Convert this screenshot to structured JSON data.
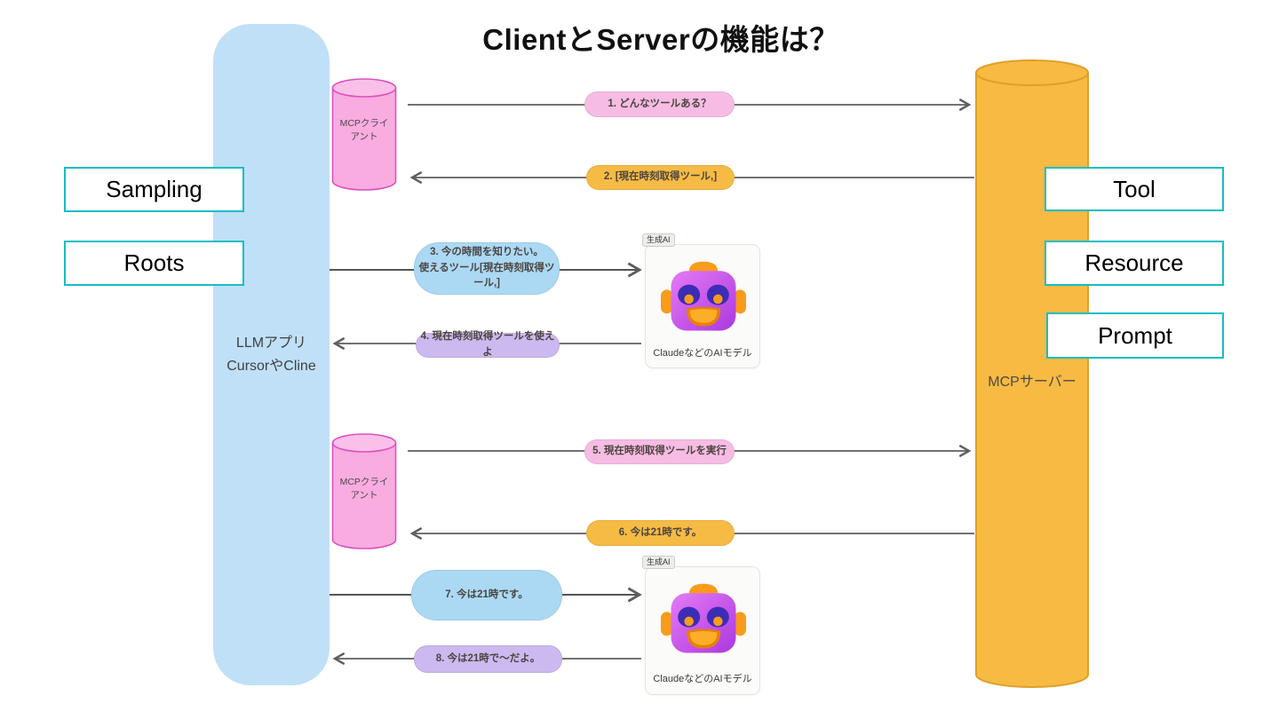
{
  "title": "ClientとServerの機能は？",
  "llm_app": {
    "line1": "LLMアプリ",
    "line2": "CursorやCline"
  },
  "client_capabilities": [
    {
      "label": "Sampling"
    },
    {
      "label": "Roots"
    }
  ],
  "server_capabilities": [
    {
      "label": "Tool"
    },
    {
      "label": "Resource"
    },
    {
      "label": "Prompt"
    }
  ],
  "mcp_server": {
    "label": "MCPサーバー"
  },
  "mcp_client_top": {
    "line1": "MCPクライ",
    "line2": "アント"
  },
  "mcp_client_bottom": {
    "line1": "MCPクライ",
    "line2": "アント"
  },
  "ai_card_top": {
    "badge": "生成AI",
    "caption": "ClaudeなどのAIモデル"
  },
  "ai_card_bottom": {
    "badge": "生成AI",
    "caption": "ClaudeなどのAIモデル"
  },
  "messages": [
    {
      "text": "1. どんなツールある？",
      "color": "#F7BCE3",
      "direction": "right"
    },
    {
      "text": "2. [現在時刻取得ツール,]",
      "color": "#F6BB44",
      "direction": "left"
    },
    {
      "line1": "3. 今の時間を知りたい。",
      "line2": "使えるツール[現在時刻取得ツール,]",
      "color": "#ABD9F4",
      "direction": "right"
    },
    {
      "text": "4. 現在時刻取得ツールを使えよ",
      "color": "#CBB9F0",
      "direction": "left"
    },
    {
      "text": "5. 現在時刻取得ツールを実行",
      "color": "#F7BCE3",
      "direction": "right"
    },
    {
      "text": "6. 今は21時です。",
      "color": "#F6BB44",
      "direction": "left"
    },
    {
      "text": "7. 今は21時です。",
      "color": "#ABD9F4",
      "direction": "right"
    },
    {
      "text": "8. 今は21時で〜だよ。",
      "color": "#CBB9F0",
      "direction": "left"
    }
  ],
  "colors": {
    "client_rect": "#BFE0F7",
    "pink_cylinder_fill": "#F9ACE0",
    "pink_cylinder_stroke": "#DB51C0",
    "server_cylinder_fill": "#F7BA42",
    "server_cylinder_stroke": "#DFA02A",
    "capability_border": "#16BDC4",
    "arrow": "#5E5E5E"
  }
}
